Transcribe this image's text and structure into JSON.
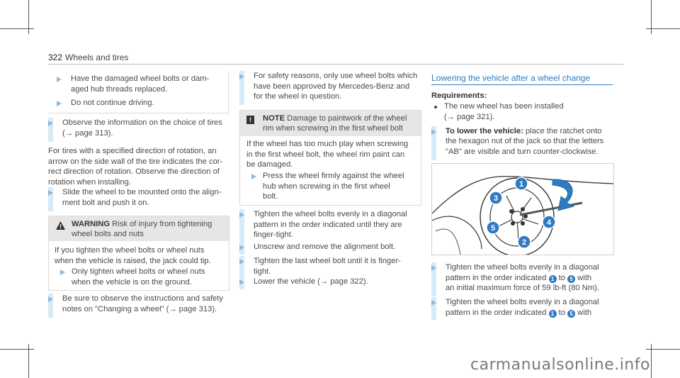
{
  "header": {
    "page_number": "322",
    "title": "Wheels and tires"
  },
  "left": {
    "list1": [
      "Have the damaged wheel bolts or dam-\naged hub threads replaced.",
      "Do not continue driving."
    ],
    "observe": "Observe the information on the choice of tires\n(→ page 313).",
    "para": "For tires with a specified direction of rotation, an\narrow on the side wall of the tire indicates the cor-\nrect direction of rotation. Observe the direction of\nrotation when installing.",
    "slide": "Slide the wheel to be mounted onto the align-\nment bolt and push it on.",
    "warning": {
      "label": "WARNING",
      "headline_rest": " Risk of injury from tightening",
      "headline_line2": "wheel bolts and nuts",
      "body": "If you tighten the wheel bolts or wheel nuts\nwhen the vehicle is raised, the jack could tip.",
      "item": "Only tighten wheel bolts or wheel nuts\nwhen the vehicle is on the ground."
    },
    "besure": "Be sure to observe the instructions and safety\nnotes on \"Changing a wheel\" (→ page 313)."
  },
  "middle": {
    "safety": "For safety reasons, only use wheel bolts which\nhave been approved by Mercedes-Benz and\nfor the wheel in question.",
    "note": {
      "icon": "!",
      "label": "NOTE",
      "headline_rest": " Damage to paintwork of the wheel",
      "headline_line2": "rim when screwing in the first wheel bolt",
      "body": "If the wheel has too much play when screwing\nin the first wheel bolt, the wheel rim paint can\nbe damaged.",
      "item": "Press the wheel firmly against the wheel\nhub when screwing in the first wheel\nbolt."
    },
    "steps": [
      "Tighten the wheel bolts evenly in a diagonal\npattern in the order indicated until they are\nfinger-tight.",
      "Unscrew and remove the alignment bolt.",
      "Tighten the last wheel bolt until it is finger-\ntight.",
      "Lower the vehicle (→ page 322)."
    ]
  },
  "right": {
    "section_title": "Lowering the vehicle after a wheel change",
    "req_label": "Requirements:",
    "req_item": "The new wheel has been installed\n(→ page 321).",
    "lower_label": "To lower the vehicle:",
    "lower_text_1": " place the ratchet onto",
    "lower_text_2": "the hexagon nut of the jack so that the letters\n\"AB\" are visible and turn counter-clockwise.",
    "figure_numbers": [
      "1",
      "2",
      "3",
      "4",
      "5"
    ],
    "step1_a": "Tighten the wheel bolts evenly in a diagonal\npattern in the order indicated ",
    "step1_b": " to ",
    "step1_c": " with\nan initial maximum force of 59 lb-ft (80 Nm).",
    "step2_a": "Tighten the wheel bolts evenly in a diagonal\npattern in the order indicated ",
    "step2_b": " to ",
    "step2_c": " with",
    "circle_from": "1",
    "circle_to": "5"
  },
  "watermark": "carmanualsonline.info",
  "colors": {
    "accent": "#2e7bbf",
    "bar": "#d7eaf7",
    "arrow": "#8fb9dc"
  }
}
